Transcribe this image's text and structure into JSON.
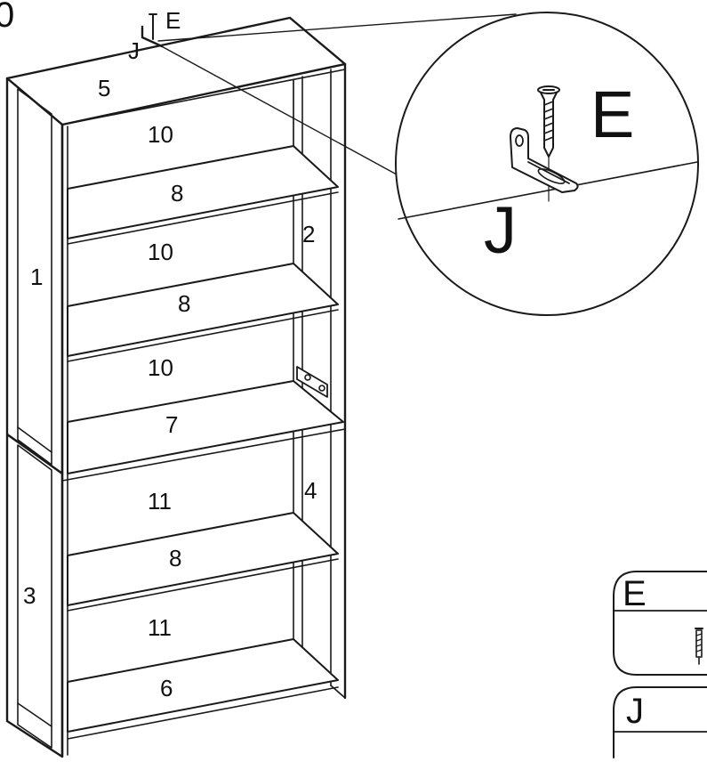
{
  "labels": {
    "step_fragment": "0",
    "callout_e_small": "E",
    "callout_j_small": "J",
    "callout_e_big": "E",
    "callout_j_big": "J",
    "part_list_e": "E",
    "part_list_j": "J"
  },
  "panels": {
    "top": "5",
    "side_left_upper": "1",
    "side_right_upper": "2",
    "side_left_lower": "3",
    "side_right_lower": "4",
    "back_1": "10",
    "shelf_1": "8",
    "back_2": "10",
    "shelf_2": "8",
    "back_3": "10",
    "shelf_3": "7",
    "back_4": "11",
    "shelf_4": "8",
    "back_5": "11",
    "bottom": "6"
  },
  "icons": {
    "screw": "screw-icon",
    "bracket": "l-bracket-icon"
  }
}
